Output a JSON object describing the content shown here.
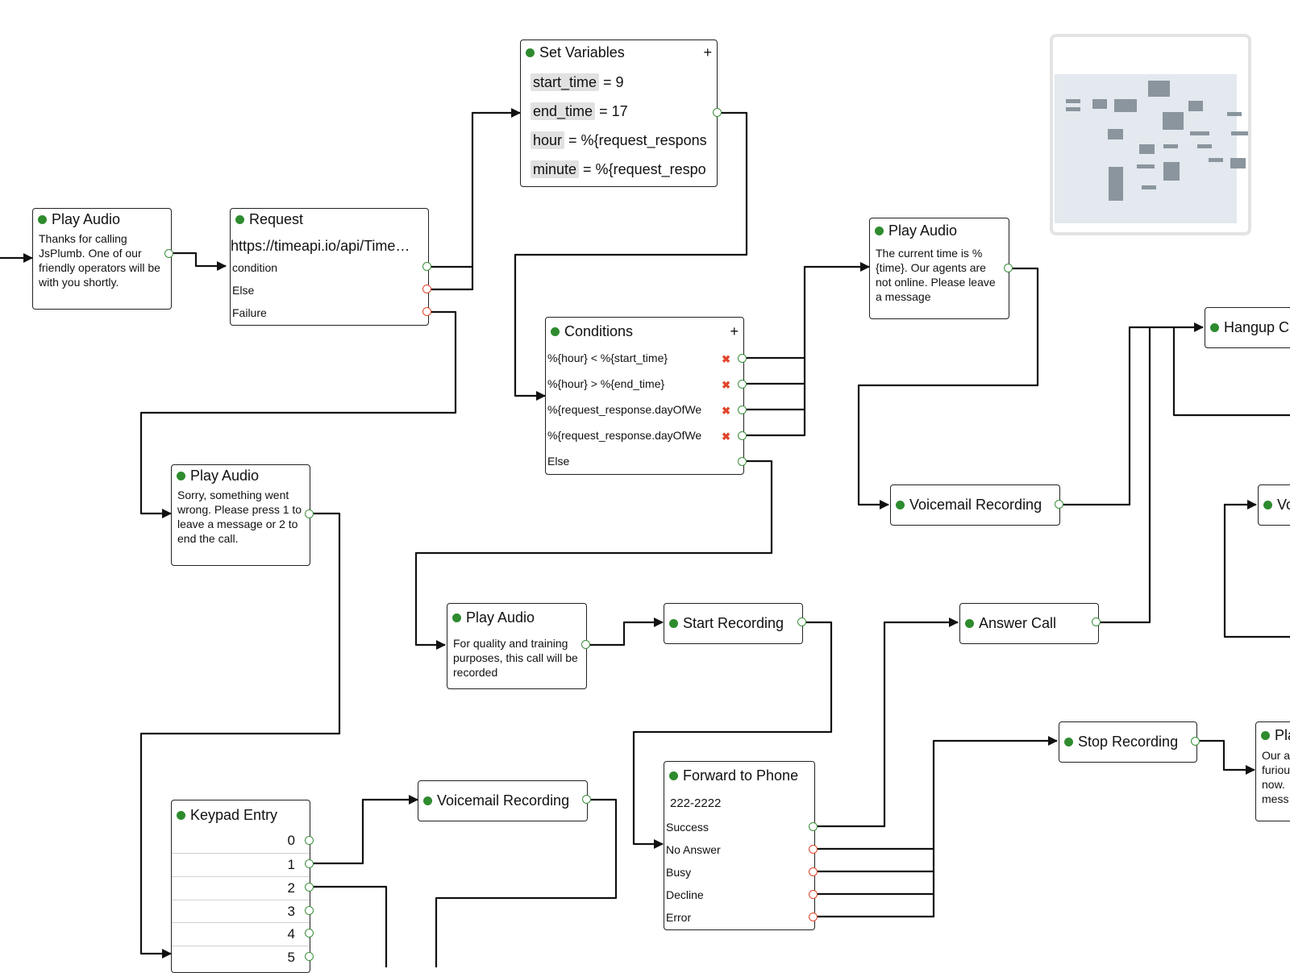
{
  "nodes": {
    "play_audio_welcome": {
      "title": "Play Audio",
      "message": "Thanks for calling JsPlumb. One of our friendly operators will be with you shortly."
    },
    "request": {
      "title": "Request",
      "url": "https://timeapi.io/api/Time…",
      "rows": [
        "condition",
        "Else",
        "Failure"
      ]
    },
    "set_variables": {
      "title": "Set Variables",
      "add": "+",
      "vars": [
        {
          "name": "start_time",
          "value": "= 9"
        },
        {
          "name": "end_time",
          "value": "= 17"
        },
        {
          "name": "hour",
          "value": "= %{request_respons"
        },
        {
          "name": "minute",
          "value": "= %{request_respo"
        }
      ]
    },
    "conditions": {
      "title": "Conditions",
      "add": "+",
      "rows": [
        "%{hour} < %{start_time}",
        "%{hour} > %{end_time}",
        "%{request_response.dayOfWe",
        "%{request_response.dayOfWe"
      ],
      "remove": "✖",
      "else_label": "Else"
    },
    "play_audio_closed": {
      "title": "Play Audio",
      "message": "The current time is %{time}. Our agents are not online. Please leave a message"
    },
    "hangup": {
      "title": "Hangup C"
    },
    "play_audio_error": {
      "title": "Play Audio",
      "message": "Sorry, something went wrong. Please press 1 to leave a message or 2 to end the call."
    },
    "voicemail_1": {
      "title": "Voicemail Recording"
    },
    "voicemail_edge": {
      "title": "Vo"
    },
    "play_audio_quality": {
      "title": "Play Audio",
      "message": "For quality and training purposes, this call will be recorded"
    },
    "start_recording": {
      "title": "Start Recording"
    },
    "answer_call": {
      "title": "Answer Call"
    },
    "stop_recording": {
      "title": "Stop Recording"
    },
    "play_audio_edge": {
      "title": "Pla",
      "message": "Our a furiou now. mess"
    },
    "keypad": {
      "title": "Keypad Entry",
      "keys": [
        "0",
        "1",
        "2",
        "3",
        "4",
        "5"
      ]
    },
    "voicemail_2": {
      "title": "Voicemail Recording"
    },
    "forward_phone": {
      "title": "Forward to Phone",
      "number": "222-2222",
      "rows": [
        "Success",
        "No Answer",
        "Busy",
        "Decline",
        "Error"
      ]
    }
  },
  "colors": {
    "status_dot": "#2e8b2e",
    "endpoint_ok": "#3a8f3a",
    "endpoint_fail": "#e2452b",
    "wire": "#111111"
  }
}
